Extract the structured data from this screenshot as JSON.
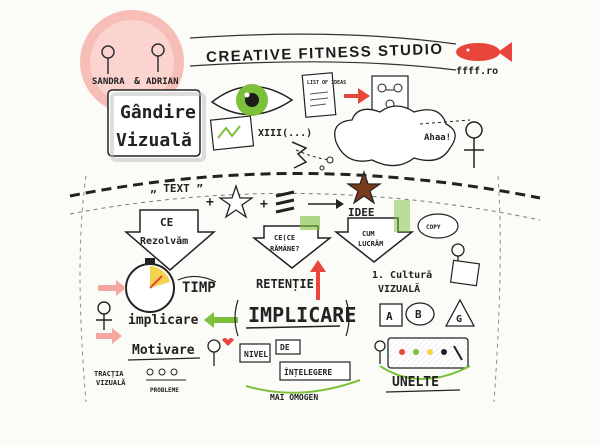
{
  "header": {
    "authors_left": "SANDRA",
    "ampersand": "&",
    "authors_right": "ADRIAN",
    "studio": "CREATIVE FITNESS STUDIO",
    "website": "ffff.ro"
  },
  "title": {
    "line1": "Gândire",
    "line2": "Vizuală"
  },
  "eye_notes": {
    "xiii": "XIII(...)",
    "list_label": "LIST OF IDEAS",
    "ahaa": "Ahaa!"
  },
  "formula": {
    "text": "„ TEXT ”",
    "plus1": "+",
    "plus2": "+",
    "idee": "IDEE"
  },
  "arrows": {
    "ce_rezolvam_1": "CE",
    "ce_rezolvam_2": "Rezolvăm",
    "ce_ramane_1": "CE(CE",
    "ce_ramane_2": "RĂMÂNE?",
    "cum_lucram_1": "CUM",
    "cum_lucram_2": "LUCRĂM"
  },
  "left_column": {
    "timp": "TIMP",
    "implicare": "implicare",
    "motivare": "Motivare",
    "tractia_1": "TRACȚIA",
    "tractia_2": "VIZUALĂ",
    "probleme": "PROBLEME"
  },
  "center_column": {
    "retentie": "RETENȚIE",
    "implicare": "IMPLICARE",
    "nivel": "NIVEL",
    "de": "DE",
    "intelegere": "ÎNȚELEGERE",
    "mai_omogen": "MAI OMOGEN"
  },
  "right_column": {
    "cultura_1": "1. Cultură",
    "cultura_2": "VIZUALĂ",
    "box_a": "A",
    "box_b": "B",
    "box_c": "G",
    "speech": "COPY",
    "unelte": "UNELTE"
  },
  "colors": {
    "accent_red": "#e8453c",
    "accent_green": "#7cbf3b",
    "accent_pink": "#f4a6a0",
    "accent_yellow": "#f2d34b",
    "ink": "#1c1c1c"
  }
}
